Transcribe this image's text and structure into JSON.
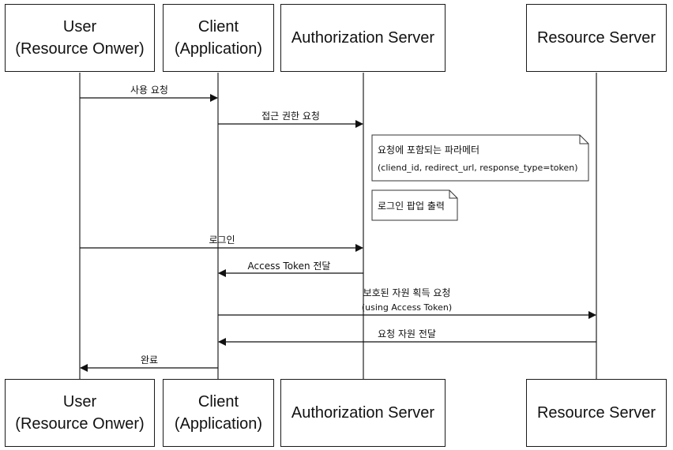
{
  "actors": [
    {
      "id": "user",
      "line1": "User",
      "line2": "(Resource Onwer)"
    },
    {
      "id": "client",
      "line1": "Client",
      "line2": "(Application)"
    },
    {
      "id": "auth",
      "line1": "Authorization Server",
      "line2": ""
    },
    {
      "id": "resource",
      "line1": "Resource Server",
      "line2": ""
    }
  ],
  "messages": [
    {
      "id": "msg-use-request",
      "from": "user",
      "to": "client",
      "label": "사용 요청"
    },
    {
      "id": "msg-access-request",
      "from": "client",
      "to": "auth",
      "label": "접근 권한 요청"
    },
    {
      "id": "msg-login",
      "from": "user",
      "to": "auth",
      "label": "로그인"
    },
    {
      "id": "msg-token-deliver",
      "from": "auth",
      "to": "client",
      "label": "Access Token 전달"
    },
    {
      "id": "msg-protected-request",
      "from": "client",
      "to": "resource",
      "label": "보호된 자원 획득 요청",
      "sublabel": "(using Access Token)"
    },
    {
      "id": "msg-resource-deliver",
      "from": "resource",
      "to": "client",
      "label": "요청 자원 전달"
    },
    {
      "id": "msg-complete",
      "from": "client",
      "to": "user",
      "label": "완료"
    }
  ],
  "notes": [
    {
      "id": "note-params",
      "line1": "요청에 포함되는 파라메터",
      "line2": "(cliend_id, redirect_url, response_type=token)"
    },
    {
      "id": "note-login-popup",
      "line1": "로그인 팝업 출력",
      "line2": ""
    }
  ]
}
